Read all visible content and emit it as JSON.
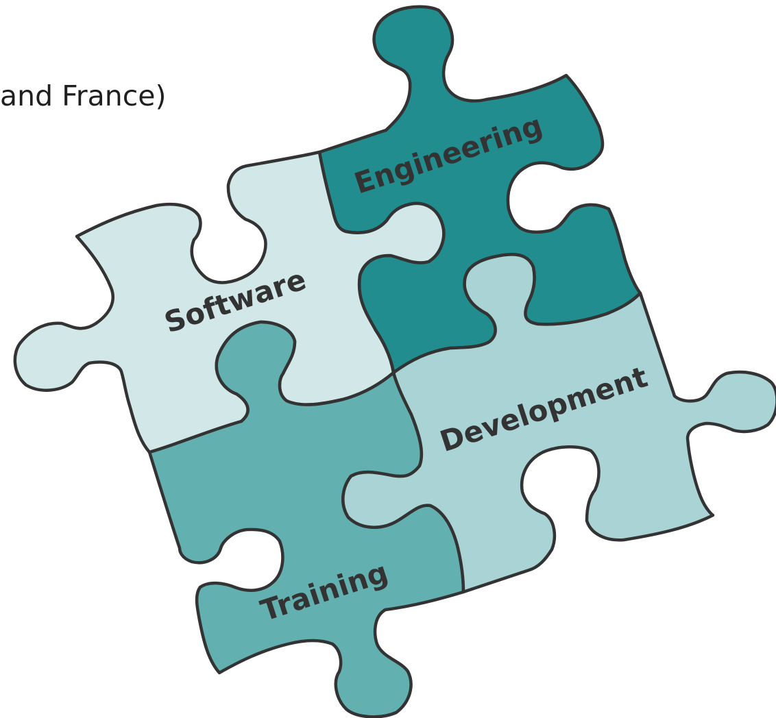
{
  "caption": "and France)",
  "pieces": {
    "engineering": {
      "label": "Engineering",
      "color": "#218d8e"
    },
    "software": {
      "label": "Software",
      "color": "#d1e7e8"
    },
    "training": {
      "label": "Training",
      "color": "#63b0b1"
    },
    "development": {
      "label": "Development",
      "color": "#a9d3d4"
    }
  }
}
